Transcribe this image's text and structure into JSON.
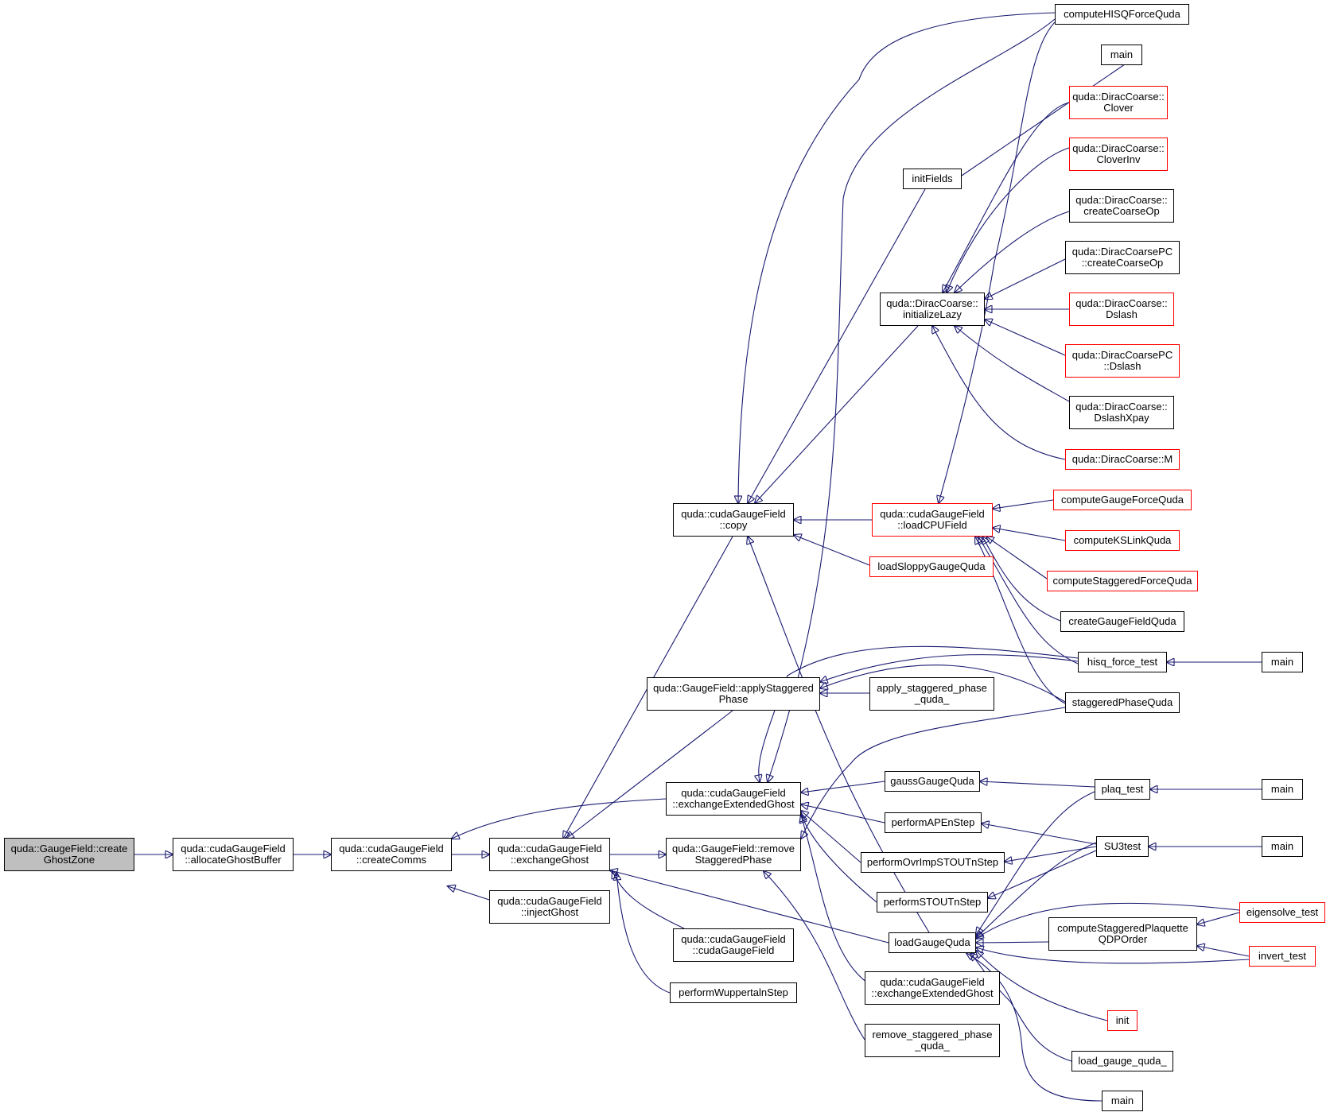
{
  "graph": {
    "colors": {
      "edge": "#191970",
      "border": "#000000",
      "border_incomplete": "#ff0000",
      "current_fill": "#bfbfbf"
    },
    "nodes": [
      {
        "id": "createGhostZone",
        "label": "quda::GaugeField::create\nGhostZone",
        "style": "current"
      },
      {
        "id": "allocateGhostBuffer",
        "label": "quda::cudaGaugeField\n::allocateGhostBuffer",
        "style": "normal"
      },
      {
        "id": "createComms",
        "label": "quda::cudaGaugeField\n::createComms",
        "style": "normal"
      },
      {
        "id": "exchangeGhost",
        "label": "quda::cudaGaugeField\n::exchangeGhost",
        "style": "normal"
      },
      {
        "id": "injectGhost",
        "label": "quda::cudaGaugeField\n::injectGhost",
        "style": "normal"
      },
      {
        "id": "copy",
        "label": "quda::cudaGaugeField\n::copy",
        "style": "normal"
      },
      {
        "id": "applyStaggeredPhase",
        "label": "quda::GaugeField::applyStaggered\nPhase",
        "style": "normal"
      },
      {
        "id": "exchangeExtendedGhost1",
        "label": "quda::cudaGaugeField\n::exchangeExtendedGhost",
        "style": "normal"
      },
      {
        "id": "removeStaggeredPhase",
        "label": "quda::GaugeField::remove\nStaggeredPhase",
        "style": "normal"
      },
      {
        "id": "cudaGaugeFieldCtor",
        "label": "quda::cudaGaugeField\n::cudaGaugeField",
        "style": "normal"
      },
      {
        "id": "performWuppertalnStep",
        "label": "performWuppertalnStep",
        "style": "normal"
      },
      {
        "id": "initFields",
        "label": "initFields",
        "style": "normal"
      },
      {
        "id": "initializeLazy",
        "label": "quda::DiracCoarse::\ninitializeLazy",
        "style": "normal"
      },
      {
        "id": "loadCPUField",
        "label": "quda::cudaGaugeField\n::loadCPUField",
        "style": "red"
      },
      {
        "id": "loadSloppyGaugeQuda",
        "label": "loadSloppyGaugeQuda",
        "style": "red"
      },
      {
        "id": "apply_staggered_phase_quda_",
        "label": "apply_staggered_phase\n_quda_",
        "style": "normal"
      },
      {
        "id": "gaussGaugeQuda",
        "label": "gaussGaugeQuda",
        "style": "normal"
      },
      {
        "id": "performAPEnStep",
        "label": "performAPEnStep",
        "style": "normal"
      },
      {
        "id": "performOvrImpSTOUTnStep",
        "label": "performOvrImpSTOUTnStep",
        "style": "normal"
      },
      {
        "id": "performSTOUTnStep",
        "label": "performSTOUTnStep",
        "style": "normal"
      },
      {
        "id": "loadGaugeQuda",
        "label": "loadGaugeQuda",
        "style": "normal"
      },
      {
        "id": "exchangeExtendedGhost2",
        "label": "quda::cudaGaugeField\n::exchangeExtendedGhost",
        "style": "normal"
      },
      {
        "id": "remove_staggered_phase_quda_",
        "label": "remove_staggered_phase\n_quda_",
        "style": "normal"
      },
      {
        "id": "computeHISQForceQuda",
        "label": "computeHISQForceQuda",
        "style": "normal"
      },
      {
        "id": "main_top",
        "label": "main",
        "style": "normal"
      },
      {
        "id": "Clover",
        "label": "quda::DiracCoarse::\nClover",
        "style": "red"
      },
      {
        "id": "CloverInv",
        "label": "quda::DiracCoarse::\nCloverInv",
        "style": "red"
      },
      {
        "id": "createCoarseOp",
        "label": "quda::DiracCoarse::\ncreateCoarseOp",
        "style": "normal"
      },
      {
        "id": "createCoarseOpPC",
        "label": "quda::DiracCoarsePC\n::createCoarseOp",
        "style": "normal"
      },
      {
        "id": "Dslash",
        "label": "quda::DiracCoarse::\nDslash",
        "style": "red"
      },
      {
        "id": "DslashPC",
        "label": "quda::DiracCoarsePC\n::Dslash",
        "style": "red"
      },
      {
        "id": "DslashXpay",
        "label": "quda::DiracCoarse::\nDslashXpay",
        "style": "normal"
      },
      {
        "id": "DiracCoarseM",
        "label": "quda::DiracCoarse::M",
        "style": "red"
      },
      {
        "id": "computeGaugeForceQuda",
        "label": "computeGaugeForceQuda",
        "style": "red"
      },
      {
        "id": "computeKSLinkQuda",
        "label": "computeKSLinkQuda",
        "style": "red"
      },
      {
        "id": "computeStaggeredForceQuda",
        "label": "computeStaggeredForceQuda",
        "style": "red"
      },
      {
        "id": "createGaugeFieldQuda",
        "label": "createGaugeFieldQuda",
        "style": "normal"
      },
      {
        "id": "hisq_force_test",
        "label": "hisq_force_test",
        "style": "normal"
      },
      {
        "id": "staggeredPhaseQuda",
        "label": "staggeredPhaseQuda",
        "style": "normal"
      },
      {
        "id": "plaq_test",
        "label": "plaq_test",
        "style": "normal"
      },
      {
        "id": "SU3test",
        "label": "SU3test",
        "style": "normal"
      },
      {
        "id": "computeStaggeredPlaquetteQDPOrder",
        "label": "computeStaggeredPlaquette\nQDPOrder",
        "style": "normal"
      },
      {
        "id": "init",
        "label": "init",
        "style": "red"
      },
      {
        "id": "load_gauge_quda_",
        "label": "load_gauge_quda_",
        "style": "normal"
      },
      {
        "id": "main_bottom",
        "label": "main",
        "style": "normal"
      },
      {
        "id": "main_hisq",
        "label": "main",
        "style": "normal"
      },
      {
        "id": "main_plaq",
        "label": "main",
        "style": "normal"
      },
      {
        "id": "main_su3",
        "label": "main",
        "style": "normal"
      },
      {
        "id": "eigensolve_test",
        "label": "eigensolve_test",
        "style": "red"
      },
      {
        "id": "invert_test",
        "label": "invert_test",
        "style": "red"
      }
    ]
  }
}
